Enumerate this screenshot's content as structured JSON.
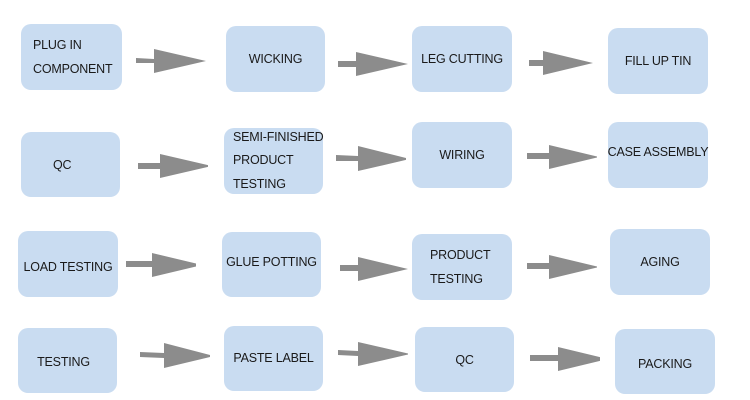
{
  "diagram": {
    "type": "process-flow",
    "colors": {
      "box_fill": "#c9dcf1",
      "arrow": "#8c8c8c",
      "text": "#1a1a1a"
    },
    "rows": [
      {
        "steps": [
          {
            "lines": [
              "PLUG IN",
              "COMPONENT"
            ]
          },
          {
            "lines": [
              "WICKING"
            ]
          },
          {
            "lines": [
              "LEG CUTTING"
            ]
          },
          {
            "lines": [
              "FILL UP TIN"
            ]
          }
        ]
      },
      {
        "steps": [
          {
            "lines": [
              "QC"
            ]
          },
          {
            "lines": [
              "SEMI-FINISHED",
              "PRODUCT",
              "TESTING"
            ]
          },
          {
            "lines": [
              "WIRING"
            ]
          },
          {
            "lines": [
              "CASE ASSEMBLY"
            ]
          }
        ]
      },
      {
        "steps": [
          {
            "lines": [
              "LOAD TESTING"
            ]
          },
          {
            "lines": [
              "GLUE POTTING"
            ]
          },
          {
            "lines": [
              "PRODUCT",
              "TESTING"
            ]
          },
          {
            "lines": [
              "AGING"
            ]
          }
        ]
      },
      {
        "steps": [
          {
            "lines": [
              "TESTING"
            ]
          },
          {
            "lines": [
              "PASTE LABEL"
            ]
          },
          {
            "lines": [
              "QC"
            ]
          },
          {
            "lines": [
              "PACKING"
            ]
          }
        ]
      }
    ]
  }
}
